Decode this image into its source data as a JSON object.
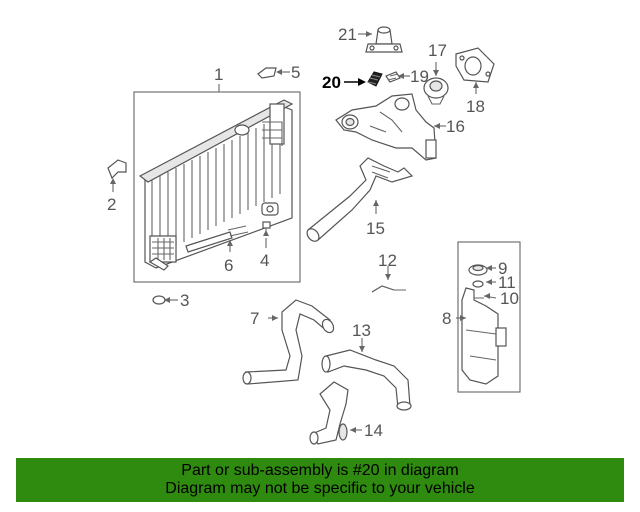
{
  "diagram": {
    "callouts": [
      {
        "id": "c1",
        "label": "1"
      },
      {
        "id": "c2",
        "label": "2"
      },
      {
        "id": "c3",
        "label": "3"
      },
      {
        "id": "c4",
        "label": "4"
      },
      {
        "id": "c5",
        "label": "5"
      },
      {
        "id": "c6",
        "label": "6"
      },
      {
        "id": "c7",
        "label": "7"
      },
      {
        "id": "c8",
        "label": "8"
      },
      {
        "id": "c9",
        "label": "9"
      },
      {
        "id": "c10",
        "label": "10"
      },
      {
        "id": "c11",
        "label": "11"
      },
      {
        "id": "c12",
        "label": "12"
      },
      {
        "id": "c13",
        "label": "13"
      },
      {
        "id": "c14",
        "label": "14"
      },
      {
        "id": "c15",
        "label": "15"
      },
      {
        "id": "c16",
        "label": "16"
      },
      {
        "id": "c17",
        "label": "17"
      },
      {
        "id": "c18",
        "label": "18"
      },
      {
        "id": "c19",
        "label": "19"
      },
      {
        "id": "c20",
        "label": "20",
        "highlighted": true
      },
      {
        "id": "c21",
        "label": "21"
      }
    ]
  },
  "banner": {
    "line1": "Part or sub-assembly is #20 in diagram",
    "line2": "Diagram may not be specific to your vehicle",
    "background": "#2f8a10"
  }
}
